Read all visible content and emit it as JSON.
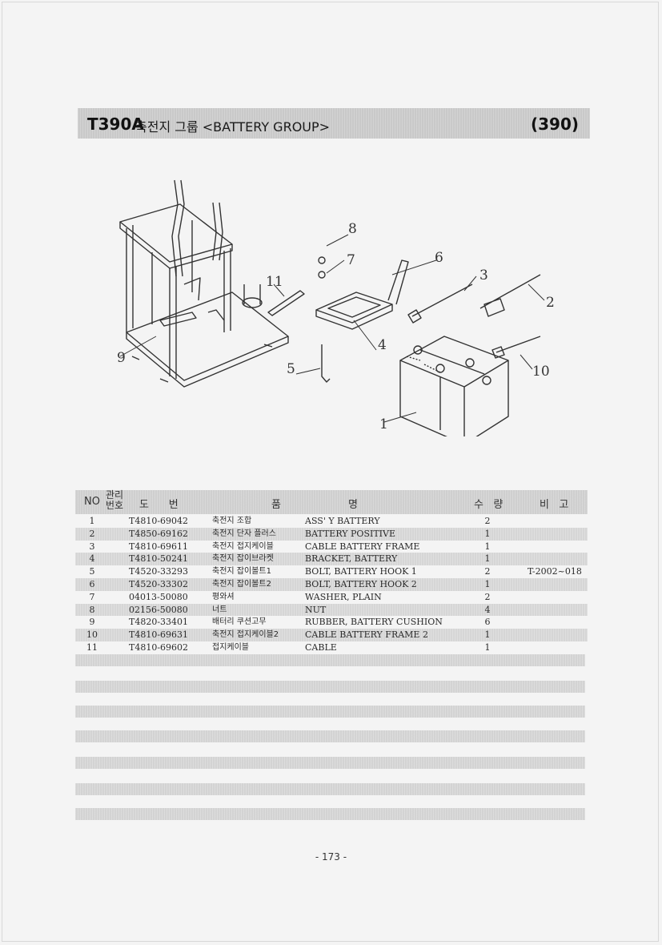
{
  "header": {
    "code": "T390A",
    "title": "축전지 그룹 <BATTERY GROUP>",
    "page_ref": "(390)"
  },
  "diagram": {
    "callouts": [
      "1",
      "2",
      "3",
      "4",
      "5",
      "6",
      "7",
      "8",
      "9",
      "10",
      "11"
    ]
  },
  "table": {
    "headers": {
      "no": "NO",
      "mgmt": "관리\n번호",
      "drawing": "도      번",
      "name_a": "품",
      "name_b": "명",
      "qty": "수   량",
      "remark": "비   고"
    },
    "rows": [
      {
        "no": "1",
        "part": "T4810-69042",
        "kor": "축전지 조합",
        "eng": "ASS' Y BATTERY",
        "qty": "2",
        "remark": ""
      },
      {
        "no": "2",
        "part": "T4850-69162",
        "kor": "축전지 단자 플러스",
        "eng": "BATTERY POSITIVE",
        "qty": "1",
        "remark": ""
      },
      {
        "no": "3",
        "part": "T4810-69611",
        "kor": "축전지 접지케이블",
        "eng": "CABLE BATTERY FRAME",
        "qty": "1",
        "remark": ""
      },
      {
        "no": "4",
        "part": "T4810-50241",
        "kor": "축전지 잡이브라켓",
        "eng": "BRACKET, BATTERY",
        "qty": "1",
        "remark": ""
      },
      {
        "no": "5",
        "part": "T4520-33293",
        "kor": "축전지 잡이볼트1",
        "eng": "BOLT, BATTERY HOOK 1",
        "qty": "2",
        "remark": "T-2002~018"
      },
      {
        "no": "6",
        "part": "T4520-33302",
        "kor": "축전지 잡이볼트2",
        "eng": "BOLT, BATTERY HOOK 2",
        "qty": "1",
        "remark": ""
      },
      {
        "no": "7",
        "part": "04013-50080",
        "kor": "평와셔",
        "eng": "WASHER, PLAIN",
        "qty": "2",
        "remark": ""
      },
      {
        "no": "8",
        "part": "02156-50080",
        "kor": "너트",
        "eng": "NUT",
        "qty": "4",
        "remark": ""
      },
      {
        "no": "9",
        "part": "T4820-33401",
        "kor": "배터리 쿠션고무",
        "eng": "RUBBER, BATTERY CUSHION",
        "qty": "6",
        "remark": ""
      },
      {
        "no": "10",
        "part": "T4810-69631",
        "kor": "축전지 접지케이블2",
        "eng": "CABLE BATTERY FRAME 2",
        "qty": "1",
        "remark": ""
      },
      {
        "no": "11",
        "part": "T4810-69602",
        "kor": "접지케이블",
        "eng": "CABLE",
        "qty": "1",
        "remark": ""
      }
    ]
  },
  "footer": {
    "page_number": "- 173 -"
  }
}
